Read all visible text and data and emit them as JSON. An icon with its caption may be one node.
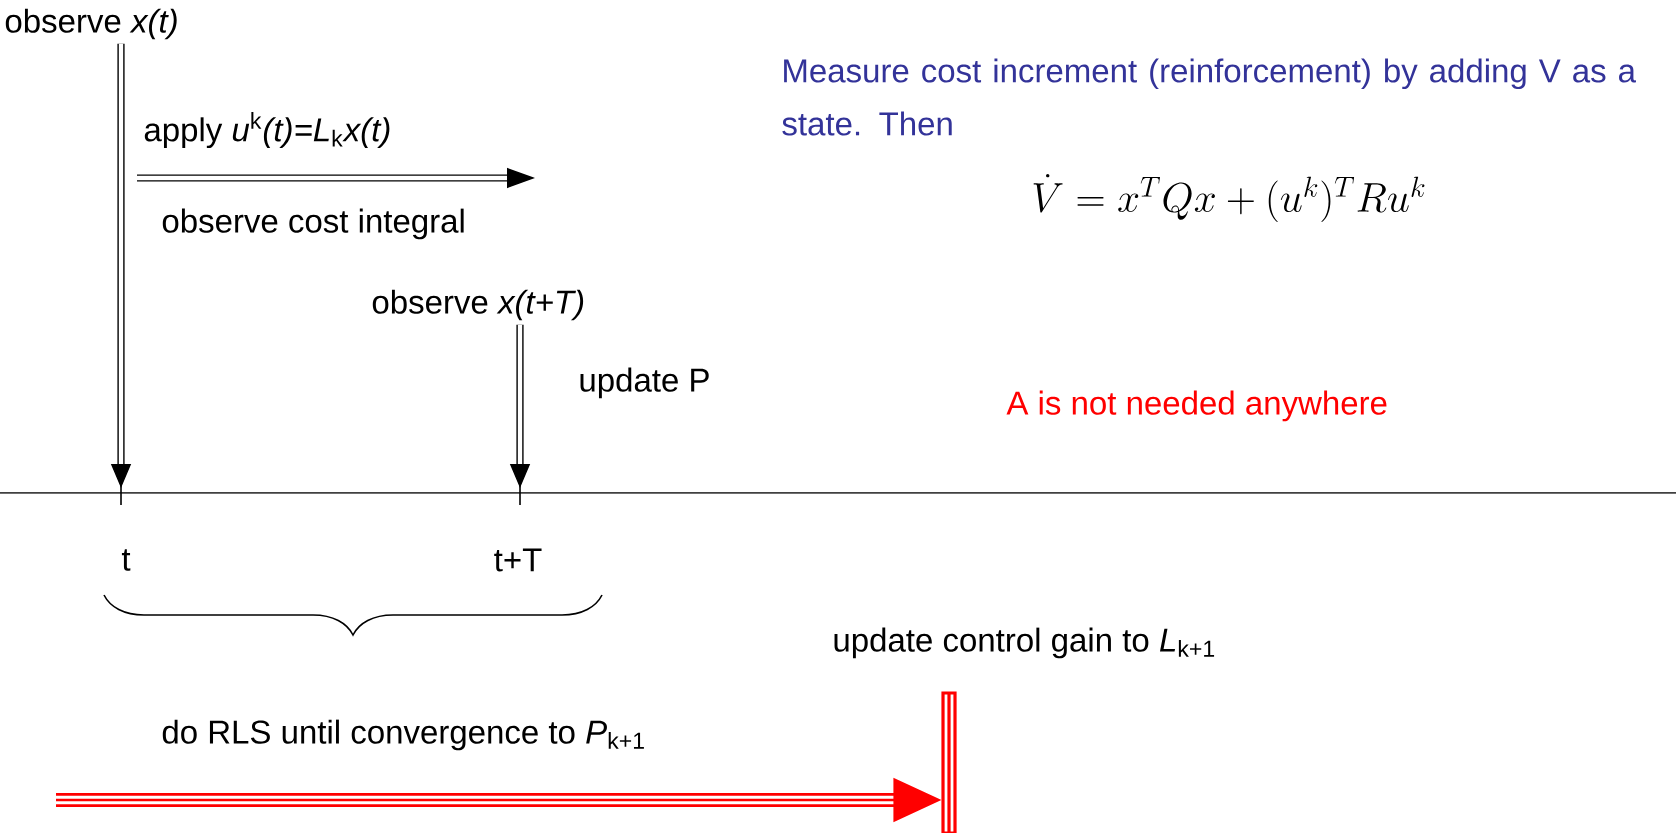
{
  "diagram": {
    "nodes": [
      {
        "text": [
          "observe *x(t)*"
        ]
      },
      {
        "text": [
          "observe *x(t+T)*"
        ]
      },
      {
        "text": [],
        "shape": "bar"
      }
    ],
    "edges": [
      {
        "from": 0,
        "to": null,
        "arrow": "to"
      },
      {
        "from": 1,
        "to": null,
        "arrow": "to"
      },
      {
        "from": null,
        "to": 2,
        "arrow": "to",
        "style": "thick",
        "color": "#ff0000"
      }
    ],
    "labels": [
      "apply *u*$^{k}$*(t)=L*$_{k}$*x(t)*",
      "observe cost integral",
      "update P",
      "t",
      "t+T",
      "Measure cost increment (reinforcement) by adding V as a state. Then",
      "\\dot{V} = x^{T} Q x + (u^{k})^{T} R u^{k}",
      "A is not needed anywhere",
      "update control gain to *L*$_{k+1}$",
      "do RLS until convergence to *P*$_{k+1}$"
    ]
  }
}
